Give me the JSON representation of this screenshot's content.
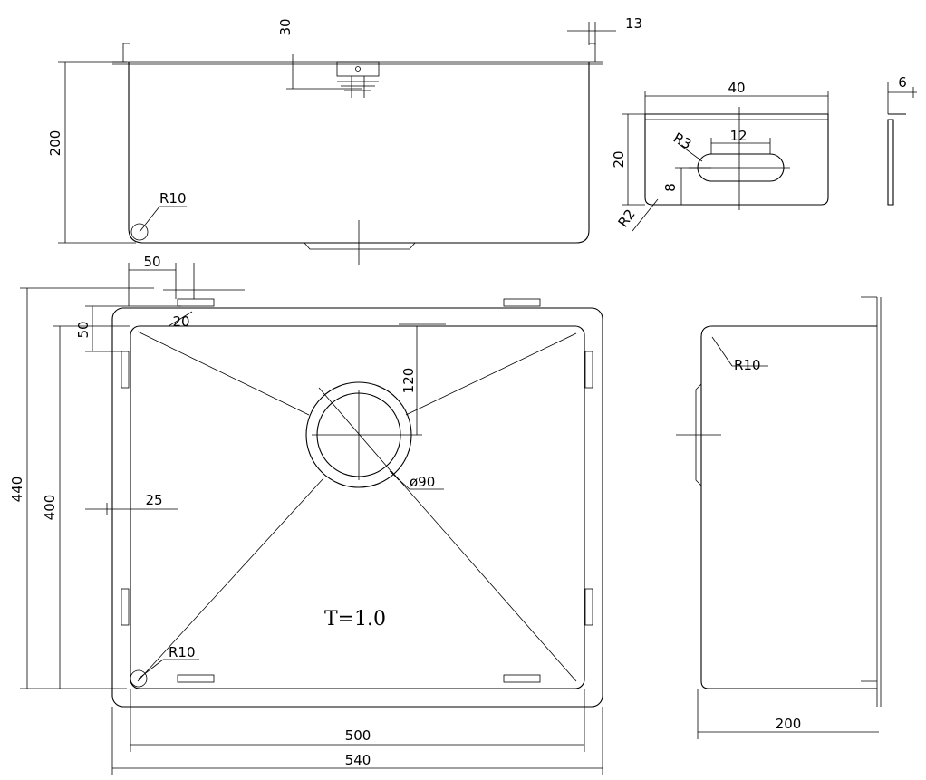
{
  "top_view": {
    "height": "200",
    "overflow_offset": "30",
    "flange": "13",
    "corner_radius": "R10"
  },
  "bracket_detail": {
    "width": "40",
    "height": "20",
    "slot_length": "12",
    "slot_radius": "R3",
    "slot_offset": "8",
    "corner_radius": "R2"
  },
  "bracket_side": {
    "thickness": "6"
  },
  "plan_view": {
    "outer_height": "440",
    "inner_height": "400",
    "rim_offset": "50",
    "clip_offset_x": "50",
    "clip_offset_y": "20",
    "side_offset": "25",
    "drain_offset": "120",
    "drain_diameter": "ø90",
    "corner_radius": "R10",
    "thickness": "T=1.0",
    "inner_width": "500",
    "outer_width": "540"
  },
  "side_view": {
    "depth": "200",
    "corner_radius": "R10"
  }
}
